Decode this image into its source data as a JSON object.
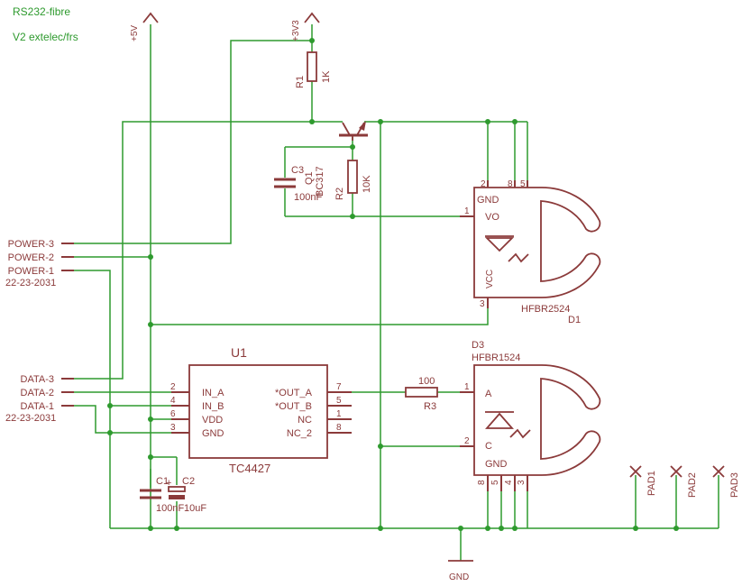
{
  "title": {
    "line1": "RS232-fibre",
    "line2": "V2 extelec/frs"
  },
  "supplies": {
    "v5": "+5V",
    "v33": "+3V3",
    "gnd": "GND"
  },
  "connectors": {
    "power": [
      "POWER-3",
      "POWER-2",
      "POWER-1"
    ],
    "power_part": "22-23-2031",
    "data": [
      "DATA-3",
      "DATA-2",
      "DATA-1"
    ],
    "data_part": "22-23-2031"
  },
  "r1": {
    "name": "R1",
    "value": "1K"
  },
  "r2": {
    "name": "R2",
    "value": "10K"
  },
  "r3": {
    "name": "R3",
    "value": "100"
  },
  "q1": {
    "name": "Q1",
    "value": "BC317"
  },
  "c1": {
    "name": "C1",
    "value": "100nF"
  },
  "c2": {
    "name": "C2",
    "value": "10uF",
    "polarity": "+"
  },
  "c3": {
    "name": "C3",
    "value": "100nF"
  },
  "u1": {
    "name": "U1",
    "value": "TC4427",
    "left_pins": [
      {
        "num": "2",
        "name": "IN_A"
      },
      {
        "num": "4",
        "name": "IN_B"
      },
      {
        "num": "6",
        "name": "VDD"
      },
      {
        "num": "3",
        "name": "GND"
      }
    ],
    "right_pins": [
      {
        "num": "7",
        "name": "*OUT_A"
      },
      {
        "num": "5",
        "name": "*OUT_B"
      },
      {
        "num": "1",
        "name": "NC"
      },
      {
        "num": "8",
        "name": "NC_2"
      }
    ]
  },
  "d1": {
    "name": "D1",
    "value": "HFBR2524",
    "top_pins": [
      "2",
      "8",
      "5"
    ],
    "pin_vo": "1",
    "pin_vcc": "3",
    "gnd_label": "GND",
    "vo_label": "VO",
    "vcc_label": "VCC"
  },
  "d3": {
    "name": "D3",
    "value": "HFBR1524",
    "pin_a": "1",
    "pin_c": "2",
    "bottom_pins": [
      "8",
      "5",
      "4",
      "3"
    ],
    "a_label": "A",
    "c_label": "C",
    "gnd_label": "GND"
  },
  "pads": [
    "PAD1",
    "PAD2",
    "PAD3"
  ],
  "colors": {
    "wire": "#2e9a2e",
    "part": "#8b3a3a",
    "background": "#ffffff"
  }
}
